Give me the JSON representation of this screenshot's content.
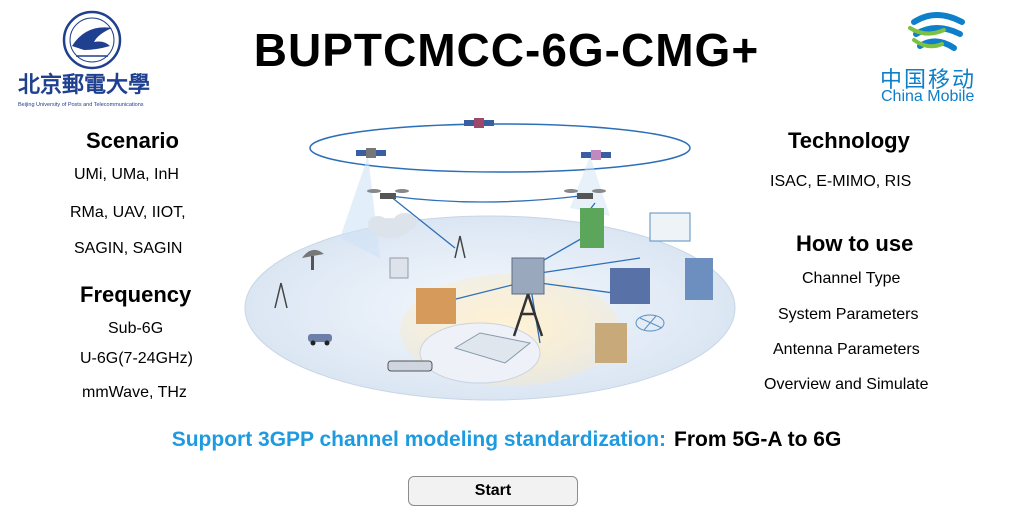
{
  "title": "BUPTCMCC-6G-CMG+",
  "bupt_logo": {
    "wordmark": "北京郵電大學",
    "subtitle": "Beijing University of Posts and Telecommunications"
  },
  "cmcc_logo": {
    "name_cn": "中国移动",
    "name_en": "China Mobile",
    "color": "#0e7fc8"
  },
  "scenario": {
    "heading": "Scenario",
    "items": [
      "UMi, UMa, InH",
      "RMa, UAV, IIOT,",
      "SAGIN, SAGIN"
    ]
  },
  "frequency": {
    "heading": "Frequency",
    "items": [
      "Sub-6G",
      "U-6G(7-24GHz)",
      "mmWave, THz"
    ]
  },
  "technology": {
    "heading": "Technology",
    "items": [
      "ISAC, E-MIMO, RIS"
    ]
  },
  "how_to_use": {
    "heading": "How to use",
    "items": [
      "Channel Type",
      "System Parameters",
      "Antenna Parameters",
      "Overview and Simulate"
    ]
  },
  "support": {
    "blue_text": "Support 3GPP channel modeling standardization:",
    "black_text": "From 5G-A to 6G",
    "accent_color": "#1e9be0"
  },
  "start_button": {
    "label": "Start"
  },
  "illustration": {
    "icons": [
      "satellite-icon",
      "drone-icon",
      "cell-tower-icon",
      "car-icon",
      "train-icon",
      "building-icon",
      "cloud-icon",
      "ground-station-icon"
    ]
  }
}
